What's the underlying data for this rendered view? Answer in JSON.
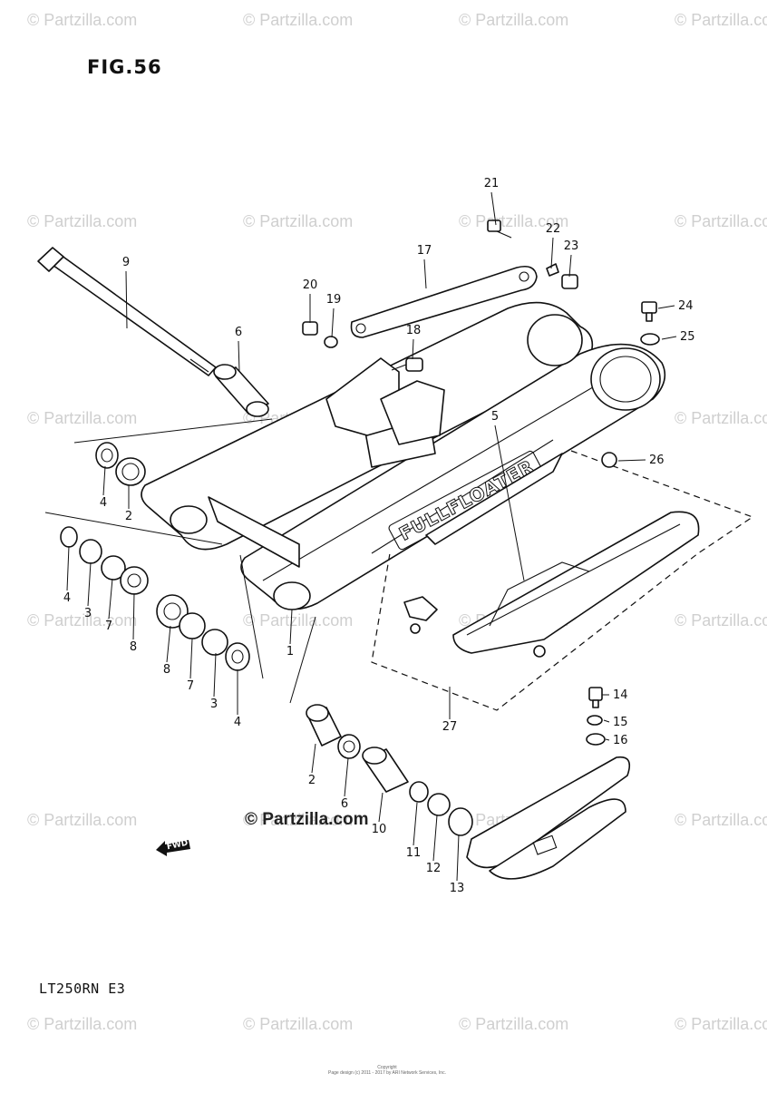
{
  "figure": {
    "title": "FIG.56",
    "model": "LT250RN E3"
  },
  "watermark": {
    "text": "© Partzilla.com",
    "brand": "© Partzilla.com"
  },
  "fwd_label": "FWD",
  "copyright": {
    "line1": "Copyright",
    "line2": "Page design (c) 2011 - 2017 by ARI Network Services, Inc."
  },
  "callouts": [
    {
      "num": "21"
    },
    {
      "num": "22"
    },
    {
      "num": "23"
    },
    {
      "num": "17"
    },
    {
      "num": "9"
    },
    {
      "num": "20"
    },
    {
      "num": "19"
    },
    {
      "num": "18"
    },
    {
      "num": "6"
    },
    {
      "num": "24"
    },
    {
      "num": "25"
    },
    {
      "num": "5"
    },
    {
      "num": "26"
    },
    {
      "num": "4"
    },
    {
      "num": "2"
    },
    {
      "num": "4"
    },
    {
      "num": "3"
    },
    {
      "num": "7"
    },
    {
      "num": "8"
    },
    {
      "num": "8"
    },
    {
      "num": "7"
    },
    {
      "num": "3"
    },
    {
      "num": "4"
    },
    {
      "num": "1"
    },
    {
      "num": "27"
    },
    {
      "num": "14"
    },
    {
      "num": "15"
    },
    {
      "num": "16"
    },
    {
      "num": "2"
    },
    {
      "num": "6"
    },
    {
      "num": "10"
    },
    {
      "num": "11"
    },
    {
      "num": "12"
    },
    {
      "num": "13"
    }
  ]
}
